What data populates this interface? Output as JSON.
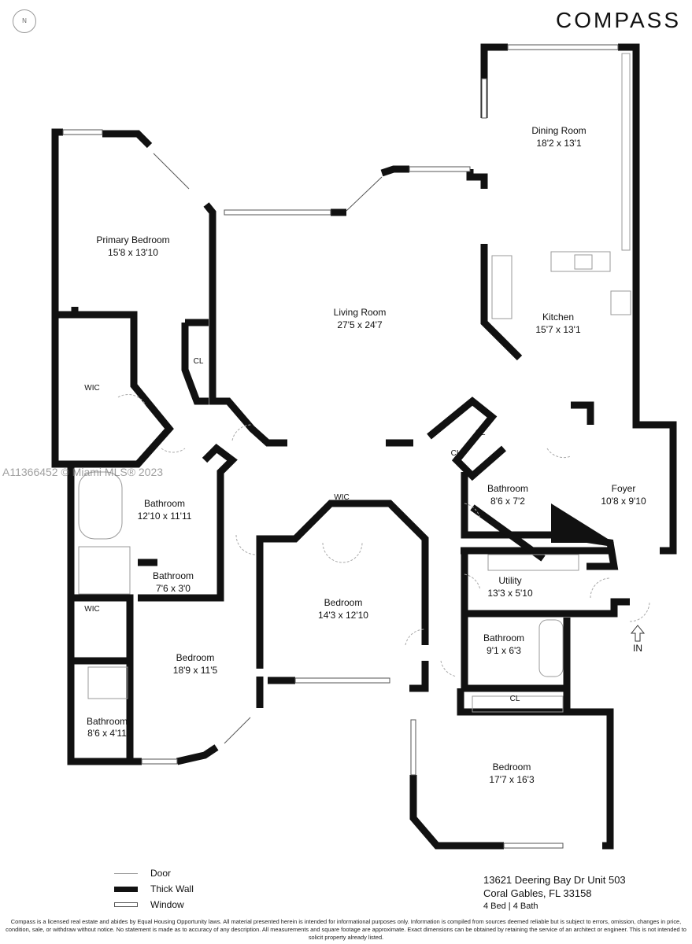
{
  "brand": {
    "logo": "COMPASS"
  },
  "north_indicator": "N",
  "watermark": "A11366452 © Miami MLS® 2023",
  "rooms": [
    {
      "name": "Dining Room",
      "size": "18'2 x 13'1"
    },
    {
      "name": "Primary Bedroom",
      "size": "15'8 x 13'10"
    },
    {
      "name": "Living Room",
      "size": "27'5 x 24'7"
    },
    {
      "name": "Kitchen",
      "size": "15'7 x 13'1"
    },
    {
      "name": "Bathroom",
      "size": "8'6 x 7'2"
    },
    {
      "name": "Foyer",
      "size": "10'8 x 9'10"
    },
    {
      "name": "Bathroom",
      "size": "12'10 x 11'11"
    },
    {
      "name": "Bathroom",
      "size": "7'6 x 3'0"
    },
    {
      "name": "Utility",
      "size": "13'3 x 5'10"
    },
    {
      "name": "Bedroom",
      "size": "14'3 x 12'10"
    },
    {
      "name": "Bathroom",
      "size": "9'1 x 6'3"
    },
    {
      "name": "Bedroom",
      "size": "18'9 x 11'5"
    },
    {
      "name": "Bathroom",
      "size": "8'6 x 4'11"
    },
    {
      "name": "Bedroom",
      "size": "17'7 x 16'3"
    }
  ],
  "closets": {
    "wic": "WIC",
    "cl": "CL"
  },
  "entry_label": "IN",
  "legend": {
    "door": "Door",
    "thick_wall": "Thick Wall",
    "window": "Window"
  },
  "address": {
    "line1": "13621 Deering Bay Dr Unit 503",
    "line2": "Coral Gables, FL 33158",
    "summary": "4 Bed | 4 Bath"
  },
  "disclaimer": "Compass is a licensed real estate and abides by Equal Housing Opportunity laws. All material presented herein is intended for informational purposes only. Information is compiled from sources deemed reliable but is subject to errors, omission, changes in price, condition, sale, or withdraw without notice. No statement is made as to accuracy of any description. All measurements and square footage are approximate. Exact dimensions can be obtained by retaining the service of an architect or engineer. This is not intended to solicit property already listed."
}
